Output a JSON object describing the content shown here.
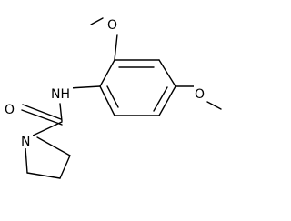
{
  "molecule": {
    "atoms": [
      {
        "id": "o_methoxy_top",
        "element": "O",
        "label": "O"
      },
      {
        "id": "nh",
        "element": "N",
        "label": "NH"
      },
      {
        "id": "o_carbonyl",
        "element": "O",
        "label": "O"
      },
      {
        "id": "n_ring",
        "element": "N",
        "label": "N"
      },
      {
        "id": "o_methoxy_right",
        "element": "O",
        "label": "O"
      }
    ]
  },
  "colors": {
    "bond": "#000000",
    "text": "#000000",
    "background": "#ffffff"
  }
}
